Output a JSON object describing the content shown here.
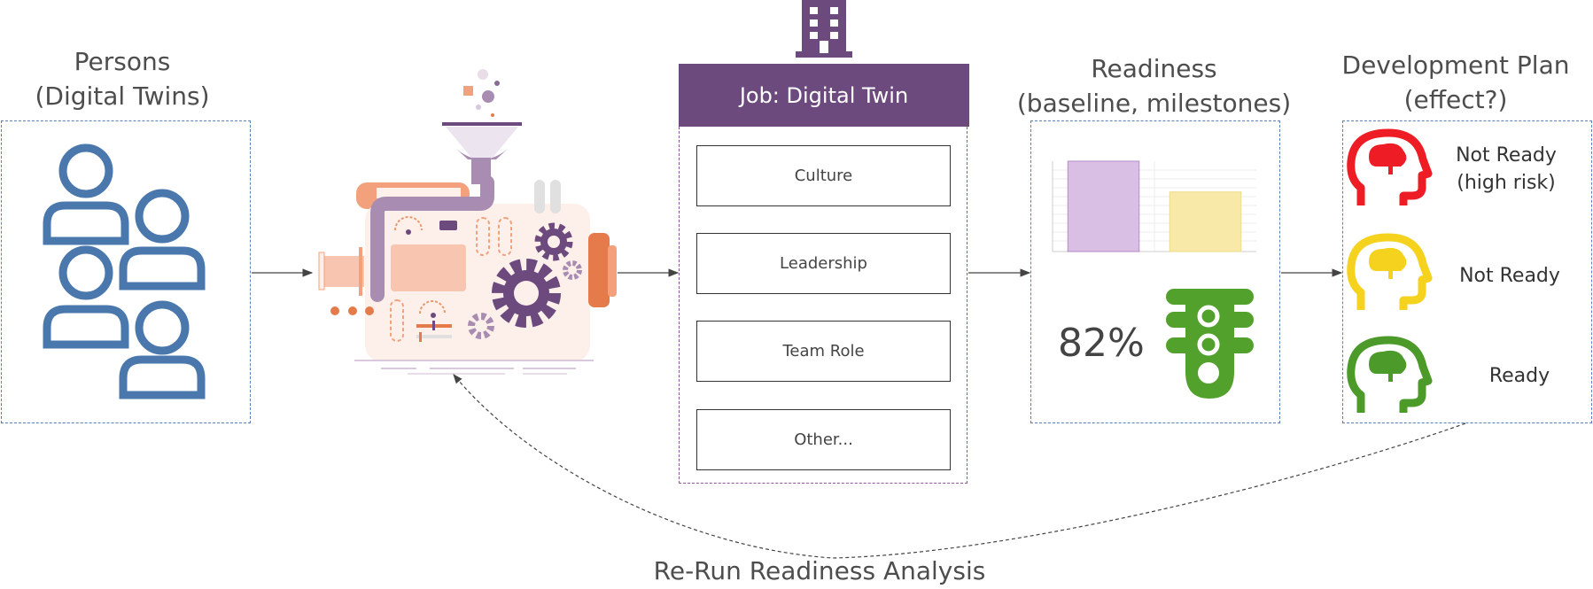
{
  "persons": {
    "title_line1": "Persons",
    "title_line2": "(Digital Twins)",
    "icon": "users-icon",
    "color": "#4a78ad"
  },
  "engine": {
    "icon": "analysis-machine-illustration"
  },
  "job": {
    "icon": "building-icon",
    "header": "Job: Digital Twin",
    "criteria": [
      "Culture",
      "Leadership",
      "Team Role",
      "Other..."
    ],
    "header_color": "#6d4a7e"
  },
  "readiness": {
    "title_line1": "Readiness",
    "title_line2": "(baseline, milestones)",
    "percent": "82%",
    "icon": "traffic-light-icon",
    "chart_data": {
      "type": "bar",
      "categories": [
        "",
        ""
      ],
      "values": [
        100,
        66
      ],
      "ylim": [
        0,
        100
      ],
      "colors": [
        "#d8bfe3",
        "#f8e9a8"
      ]
    }
  },
  "plan": {
    "title_line1": "Development Plan",
    "title_line2": "(effect?)",
    "items": [
      {
        "line1": "Not Ready",
        "line2": "(high risk)",
        "color": "#ee1c24",
        "icon": "head-brain-red-icon"
      },
      {
        "line1": "Not Ready",
        "line2": "",
        "color": "#f5d21e",
        "icon": "head-brain-yellow-icon"
      },
      {
        "line1": "Ready",
        "line2": "",
        "color": "#4c9a2a",
        "icon": "head-brain-green-icon"
      }
    ]
  },
  "footer": {
    "label": "Re-Run Readiness Analysis"
  }
}
